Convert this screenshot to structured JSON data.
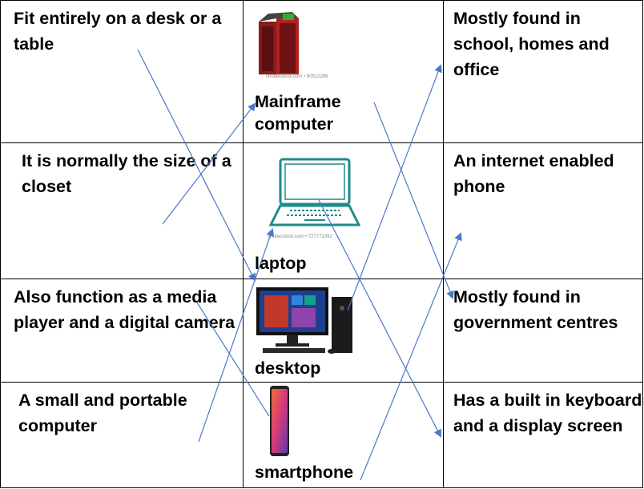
{
  "left_column": [
    "Fit entirely on a desk or a table",
    "It is normally the size of a closet",
    "Also function as a media player and a digital camera",
    "A small and portable computer"
  ],
  "middle_column": [
    {
      "caption": "Mainframe computer",
      "icon": "mainframe-server-image",
      "stock": "shutterstock.com • 90512296"
    },
    {
      "caption": "laptop",
      "icon": "laptop-outline-image",
      "stock": "shutterstock.com • 727772392"
    },
    {
      "caption": "desktop",
      "icon": "desktop-pc-image"
    },
    {
      "caption": "smartphone",
      "icon": "smartphone-image"
    }
  ],
  "right_column": [
    "Mostly found in school, homes and office",
    "An internet enabled phone",
    "Mostly found in government centres",
    "Has a built in keyboard and a display screen"
  ],
  "colors": {
    "border": "#000000",
    "arrow": "#4a78c9"
  }
}
